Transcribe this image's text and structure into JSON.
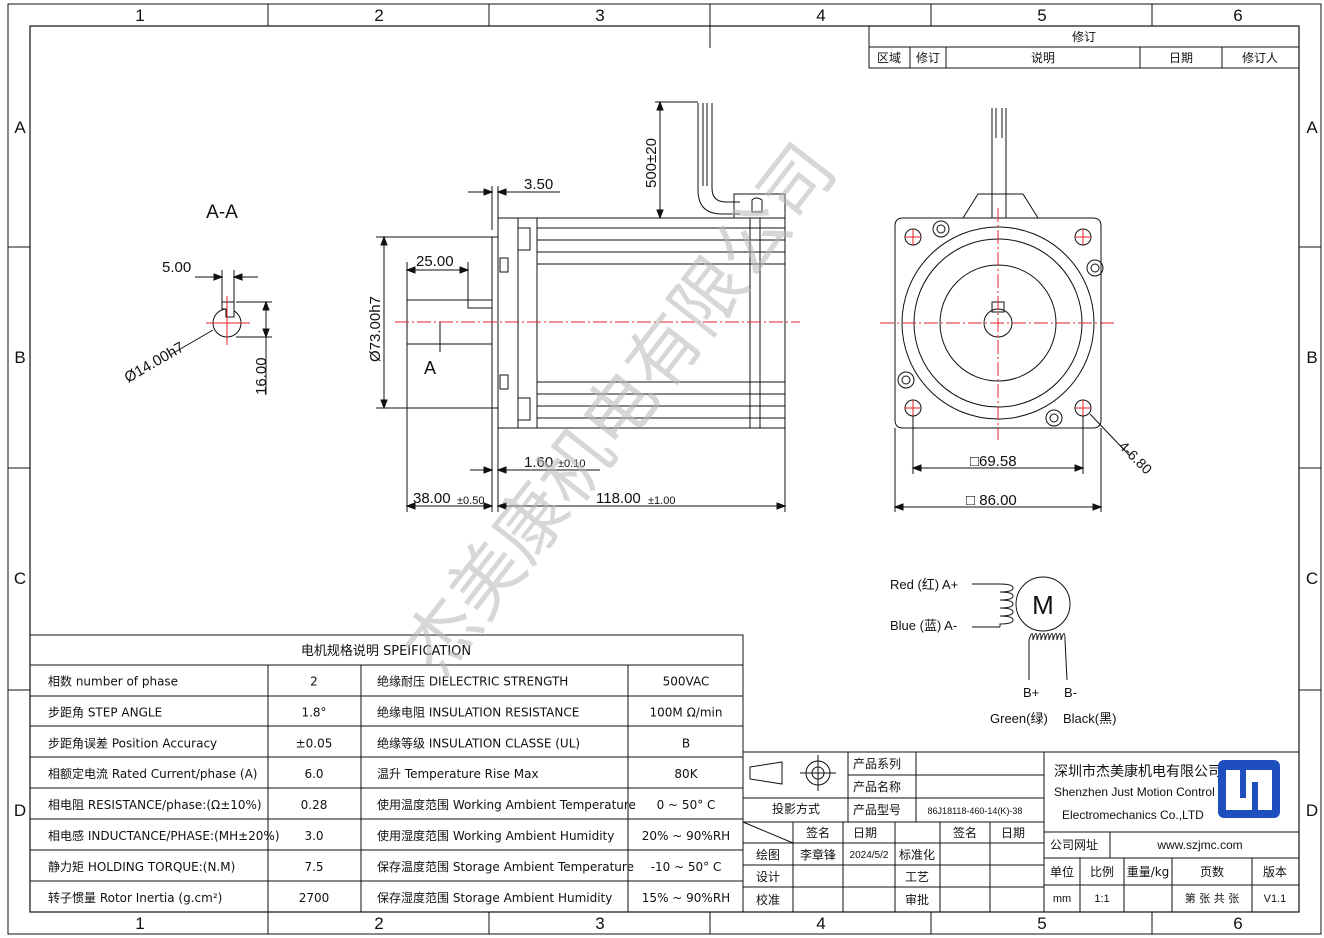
{
  "grid": {
    "columns": [
      "1",
      "2",
      "3",
      "4",
      "5",
      "6"
    ],
    "rows": [
      "A",
      "B",
      "C",
      "D"
    ]
  },
  "revision": {
    "title": "修订",
    "headers": [
      "区域",
      "修订",
      "说明",
      "日期",
      "修订人"
    ]
  },
  "section_view": {
    "title": "A-A",
    "key_width": "5.00",
    "shaft_diameter": "Ø14.00h7",
    "key_height": "16.00"
  },
  "side_view": {
    "cable_length": "500±20",
    "flange_thickness": "3.50",
    "shaft_length": "25.00",
    "body_diameter": "Ø73.00h7",
    "section_marker": "A",
    "step_main": "1.60",
    "step_tol": "±0.10",
    "shaft_total_main": "38.00",
    "shaft_total_tol": "±0.50",
    "body_length_main": "118.00",
    "body_length_tol": "±1.00"
  },
  "front_view": {
    "hole_spacing": "□69.58",
    "flange_size": "□ 86.00",
    "mount_holes": "4-6.80"
  },
  "wiring": {
    "red": "Red (红) A+",
    "blue": "Blue (蓝) A-",
    "motor": "M",
    "b_plus": "B+",
    "b_minus": "B-",
    "green": "Green(绿)",
    "black": "Black(黑)"
  },
  "spec_table": {
    "title": "电机规格说明 SPEIFICATION",
    "rows": [
      {
        "label": "相数 number of phase",
        "value": "2",
        "label2": "绝缘耐压 DIELECTRIC STRENGTH",
        "value2": "500VAC"
      },
      {
        "label": "步距角 STEP ANGLE",
        "value": "1.8°",
        "label2": "绝缘电阻 INSULATION RESISTANCE",
        "value2": "100M Ω/min"
      },
      {
        "label": "步距角误差 Position Accuracy",
        "value": "±0.05",
        "label2": "绝缘等级 INSULATION CLASSE (UL)",
        "value2": "B"
      },
      {
        "label": "相额定电流 Rated Current/phase (A)",
        "value": "6.0",
        "label2": "温升 Temperature Rise Max",
        "value2": "80K"
      },
      {
        "label": "相电阻 RESISTANCE/phase:(Ω±10%)",
        "value": "0.28",
        "label2": "使用温度范围 Working Ambient Temperature",
        "value2": "0 ~ 50° C"
      },
      {
        "label": "相电感 INDUCTANCE/PHASE:(MH±20%)",
        "value": "3.0",
        "label2": "使用湿度范围 Working Ambient Humidity",
        "value2": "20% ~ 90%RH"
      },
      {
        "label": "静力矩 HOLDING TORQUE:(N.M)",
        "value": "7.5",
        "label2": "保存温度范围 Storage Ambient Temperature",
        "value2": "-10 ~ 50° C"
      },
      {
        "label": "转子惯量 Rotor Inertia (g.cm²)",
        "value": "2700",
        "label2": "保存湿度范围 Storage Ambient Humidity",
        "value2": "15% ~ 90%RH"
      }
    ]
  },
  "title_block": {
    "projection": "投影方式",
    "product_series": "产品系列",
    "product_name": "产品名称",
    "product_model_label": "产品型号",
    "product_model": "86J18118-460-14(K)-38",
    "sign": "签名",
    "date": "日期",
    "sign2": "签名",
    "date2": "日期",
    "draw": "绘图",
    "drawer": "李章锋",
    "draw_date": "2024/5/2",
    "standard": "标准化",
    "design": "设计",
    "process": "工艺",
    "check": "校准",
    "approve": "审批",
    "company_cn": "深圳市杰美康机电有限公司",
    "company_en1": "Shenzhen Just Motion Control",
    "company_en2": "Electromechanics Co.,LTD",
    "website_label": "公司网址",
    "website": "www.szjmc.com",
    "unit_label": "单位",
    "scale_label": "比例",
    "weight_label": "重量/kg",
    "pages_label": "页数",
    "version_label": "版本",
    "unit": "mm",
    "scale": "1:1",
    "pages": "第 张 共 张",
    "version": "V1.1"
  },
  "watermark": "杰美康机电有限公司",
  "colors": {
    "line": "#111111",
    "center": "#e0242b",
    "logo": "#1f4fbf"
  }
}
